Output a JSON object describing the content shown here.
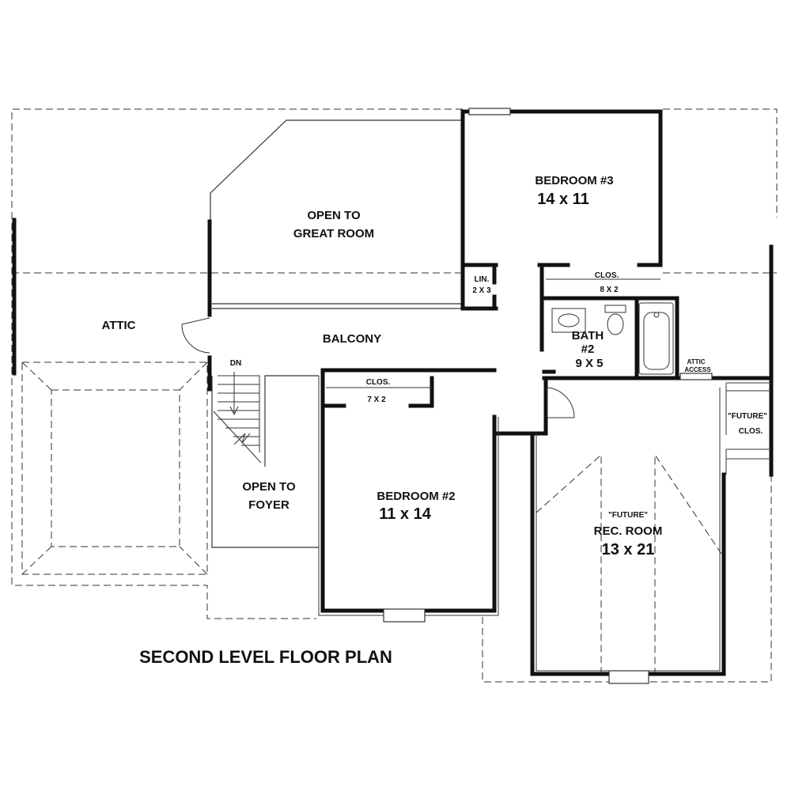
{
  "title": "SECOND LEVEL FLOOR PLAN",
  "colors": {
    "ink": "#111111",
    "thin": "#333333",
    "background": "#ffffff"
  },
  "rooms": {
    "bedroom3": {
      "name": "BEDROOM #3",
      "size": "14 x 11"
    },
    "open_great_room": {
      "line1": "OPEN TO",
      "line2": "GREAT ROOM"
    },
    "linen": {
      "name": "LIN.",
      "size": "2 X 3"
    },
    "closet3": {
      "name": "CLOS.",
      "size": "8 X 2"
    },
    "attic": {
      "name": "ATTIC"
    },
    "balcony": {
      "name": "BALCONY"
    },
    "bath2": {
      "line1": "BATH",
      "line2": "#2",
      "size": "9 X 5"
    },
    "attic_access": {
      "line1": "ATTIC",
      "line2": "ACCESS"
    },
    "stair": {
      "label": "DN"
    },
    "closet2": {
      "name": "CLOS.",
      "size": "7 X 2"
    },
    "future_closet": {
      "line1": "\"FUTURE\"",
      "line2": "CLOS."
    },
    "open_foyer": {
      "line1": "OPEN TO",
      "line2": "FOYER"
    },
    "bedroom2": {
      "name": "BEDROOM #2",
      "size": "11 x 14"
    },
    "rec_room": {
      "line1": "\"FUTURE\"",
      "line2": "REC. ROOM",
      "size": "13 x 21"
    }
  }
}
